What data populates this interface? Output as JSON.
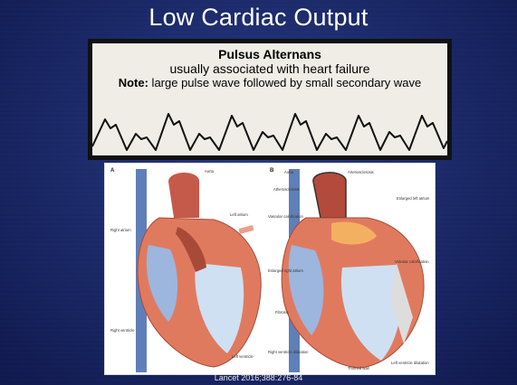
{
  "slide": {
    "title": "Low Cardiac Output",
    "citation": "Lancet 2016;388:276-84"
  },
  "pulsus_panel": {
    "heading": "Pulsus Alternans",
    "subheading": "usually associated with heart failure",
    "note_prefix": "Note:",
    "note_text": " large pulse wave followed by small secondary wave"
  },
  "figure": {
    "panel_a": {
      "letter": "A",
      "labels": [
        "Aorta",
        "Left atrium",
        "Right atrium",
        "Right ventricle",
        "Left ventricle"
      ]
    },
    "panel_b": {
      "letter": "B",
      "labels": [
        "Aorta",
        "Arteriosclerosis",
        "Atherosclerosis",
        "Enlarged left atrium",
        "Vascular calcification",
        "Valvular calcification",
        "Enlarged right atrium",
        "Fibrosis",
        "Right ventricle dilatation",
        "Thinned wall",
        "Left ventricle dilatation"
      ]
    }
  },
  "colors": {
    "background": "#1b2a6b",
    "panel_bg": "#efede6",
    "heart_red": "#c9523e",
    "vessel_blue": "#6d8fc7"
  }
}
